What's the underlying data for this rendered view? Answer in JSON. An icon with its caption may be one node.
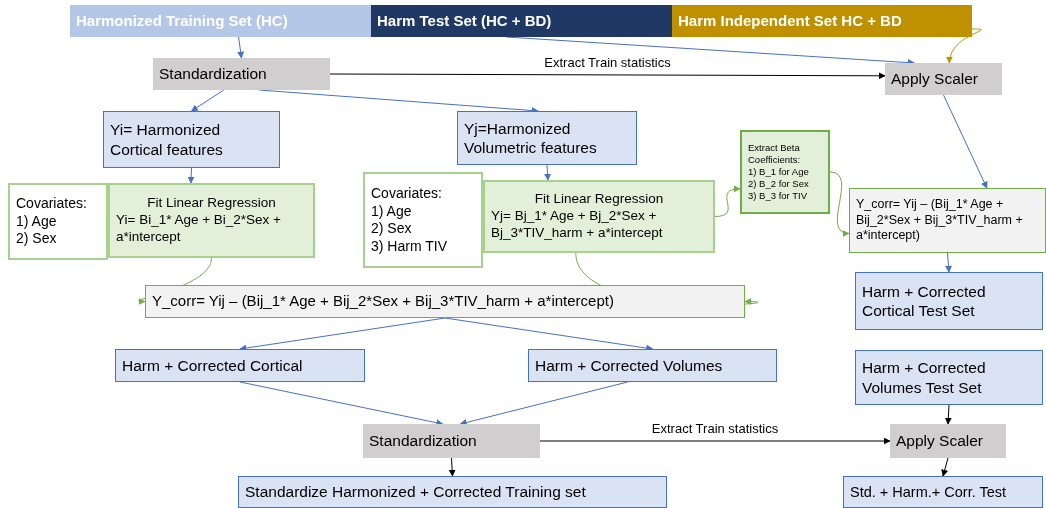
{
  "diagram": {
    "nodes": [
      {
        "text": [
          "Harmonized Training Set (HC)"
        ]
      },
      {
        "text": [
          "Harm Test Set (HC + BD)"
        ]
      },
      {
        "text": [
          "Harm Independent Set HC + BD"
        ]
      },
      {
        "text": [
          "Standardization"
        ]
      },
      {
        "text": [
          "Apply Scaler"
        ]
      },
      {
        "text": [
          "Yi= Harmonized Cortical features"
        ]
      },
      {
        "text": [
          "Yj=Harmonized Volumetric features"
        ]
      },
      {
        "text": [
          "Covariates:",
          "1) Age",
          "2) Sex"
        ]
      },
      {
        "text": [
          "Fit Linear Regression",
          "Yi= Bi_1* Age + Bi_2*Sex + a*intercept"
        ]
      },
      {
        "text": [
          "Covariates:",
          "1) Age",
          "2) Sex",
          "3) Harm TIV"
        ]
      },
      {
        "text": [
          "Fit Linear Regression",
          "Yj= Bj_1* Age + Bj_2*Sex + Bj_3*TIV_harm + a*intercept"
        ]
      },
      {
        "text": [
          "Extract Beta Coefficients:",
          "1) B_1 for Age",
          "2) B_2 for Sex",
          "3) B_3 for TIV"
        ]
      },
      {
        "text": [
          "Y_corr= Yij – (Bij_1* Age + Bij_2*Sex + Bij_3*TIV_harm + a*intercept)"
        ]
      },
      {
        "text": [
          "Y_corr= Yij – (Bij_1* Age + Bij_2*Sex + Bij_3*TIV_harm + a*intercept)"
        ]
      },
      {
        "text": [
          "Harm + Corrected Cortical Test Set"
        ]
      },
      {
        "text": [
          "Harm + Corrected Cortical"
        ]
      },
      {
        "text": [
          "Harm + Corrected Volumes"
        ]
      },
      {
        "text": [
          "Harm + Corrected Volumes Test Set"
        ]
      },
      {
        "text": [
          "Standardization"
        ]
      },
      {
        "text": [
          "Apply Scaler"
        ]
      },
      {
        "text": [
          "Standardize Harmonized + Corrected Training set"
        ]
      },
      {
        "text": [
          "Std. + Harm.+ Corr. Test"
        ]
      }
    ],
    "edges": [
      {
        "from": 0,
        "to": 3,
        "arrow": "to"
      },
      {
        "from": 3,
        "to": 4,
        "arrow": "to",
        "label": "Extract Train statistics",
        "color": "#000000"
      },
      {
        "from": 1,
        "to": 4,
        "arrow": "to"
      },
      {
        "from": 2,
        "to": 4,
        "arrow": "to",
        "color": "#bf9000"
      },
      {
        "from": 3,
        "to": 5,
        "arrow": "to"
      },
      {
        "from": 3,
        "to": 6,
        "arrow": "to"
      },
      {
        "from": 5,
        "to": 8,
        "arrow": "to"
      },
      {
        "from": 6,
        "to": 10,
        "arrow": "to"
      },
      {
        "from": 8,
        "to": 13,
        "arrow": "to",
        "color": "#70ad47"
      },
      {
        "from": 10,
        "to": 13,
        "arrow": "to",
        "color": "#70ad47"
      },
      {
        "from": 10,
        "to": 11,
        "arrow": "to",
        "color": "#70ad47"
      },
      {
        "from": 11,
        "to": 12,
        "arrow": "to",
        "color": "#70ad47"
      },
      {
        "from": 4,
        "to": 12,
        "arrow": "to"
      },
      {
        "from": 12,
        "to": 14,
        "arrow": "to"
      },
      {
        "from": 13,
        "to": 15,
        "arrow": "to"
      },
      {
        "from": 13,
        "to": 16,
        "arrow": "to"
      },
      {
        "from": 15,
        "to": 18,
        "arrow": "to"
      },
      {
        "from": 16,
        "to": 18,
        "arrow": "to"
      },
      {
        "from": 18,
        "to": 19,
        "arrow": "to",
        "label": "Extract Train statistics",
        "color": "#000000"
      },
      {
        "from": 17,
        "to": 19,
        "arrow": "to",
        "color": "#000000"
      },
      {
        "from": 18,
        "to": 20,
        "arrow": "to",
        "color": "#000000"
      },
      {
        "from": 19,
        "to": 21,
        "arrow": "to",
        "color": "#000000"
      }
    ]
  }
}
